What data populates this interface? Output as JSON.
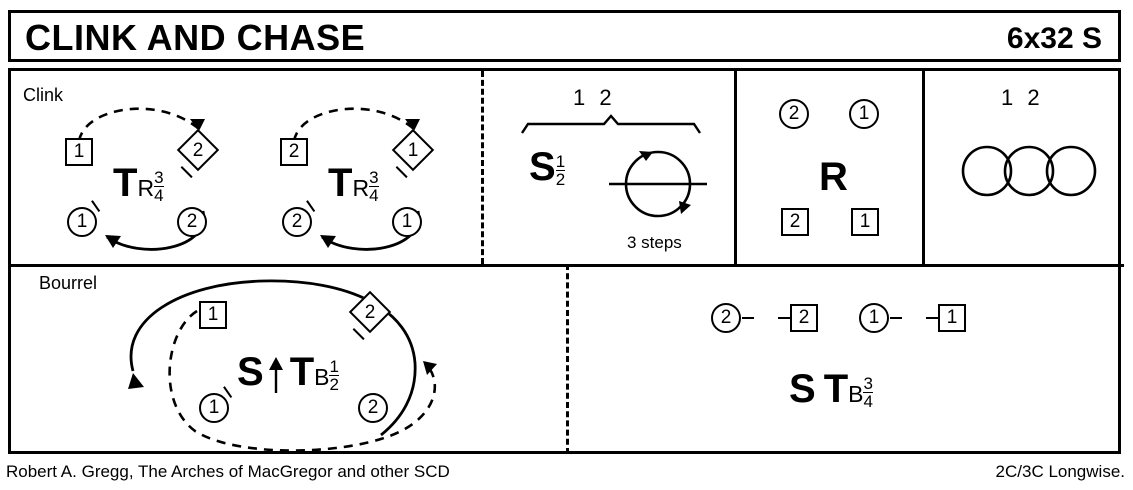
{
  "title": {
    "name": "CLINK AND CHASE",
    "meta": "6x32 S"
  },
  "footer": {
    "devisor": "Robert A. Gregg, The Arches of MacGregor and other SCD",
    "set": "2C/3C Longwise."
  },
  "bars": {
    "row1": {
      "panel1": {
        "label": "Clink",
        "figure_a": {
          "man_square": "1",
          "lady_diamond": "2",
          "lady_circle": "1",
          "second_circle": "2",
          "formation_letter": "T",
          "formation_sub": "R",
          "formation_frac_num": "3",
          "formation_frac_den": "4"
        },
        "figure_b": {
          "man_square": "2",
          "lady_diamond": "1",
          "lady_circle": "2",
          "second_circle": "1",
          "formation_letter": "T",
          "formation_sub": "R",
          "formation_frac_num": "3",
          "formation_frac_den": "4"
        }
      },
      "panel2": {
        "bracket_label": "1 2",
        "formation_letter": "S",
        "formation_frac_num": "1",
        "formation_frac_den": "2",
        "steps_note": "3 steps"
      },
      "panel3": {
        "top_left_circle": "2",
        "top_right_circle": "1",
        "formation_letter": "R",
        "bottom_left_square": "2",
        "bottom_right_square": "1"
      },
      "panel4": {
        "pair_label": "1 2",
        "circles": [
          "",
          "",
          ""
        ]
      }
    },
    "row2": {
      "panel1": {
        "label": "Bourrel",
        "man_square": "1",
        "lady_diamond": "2",
        "lady_circle": "1",
        "second_circle": "2",
        "formation_s": "S",
        "formation_arrow": "up-arrow",
        "formation_letter": "T",
        "formation_sub": "B",
        "formation_frac_num": "1",
        "formation_frac_den": "2"
      },
      "panel2": {
        "dancers": [
          {
            "shape": "circle",
            "label": "2"
          },
          {
            "shape": "square",
            "label": "2"
          },
          {
            "shape": "circle",
            "label": "1"
          },
          {
            "shape": "square",
            "label": "1"
          }
        ],
        "formation_s": "S",
        "formation_letter": "T",
        "formation_sub": "B",
        "formation_frac_num": "3",
        "formation_frac_den": "4"
      }
    }
  },
  "colors": {
    "ink": "#000000",
    "paper": "#ffffff"
  }
}
